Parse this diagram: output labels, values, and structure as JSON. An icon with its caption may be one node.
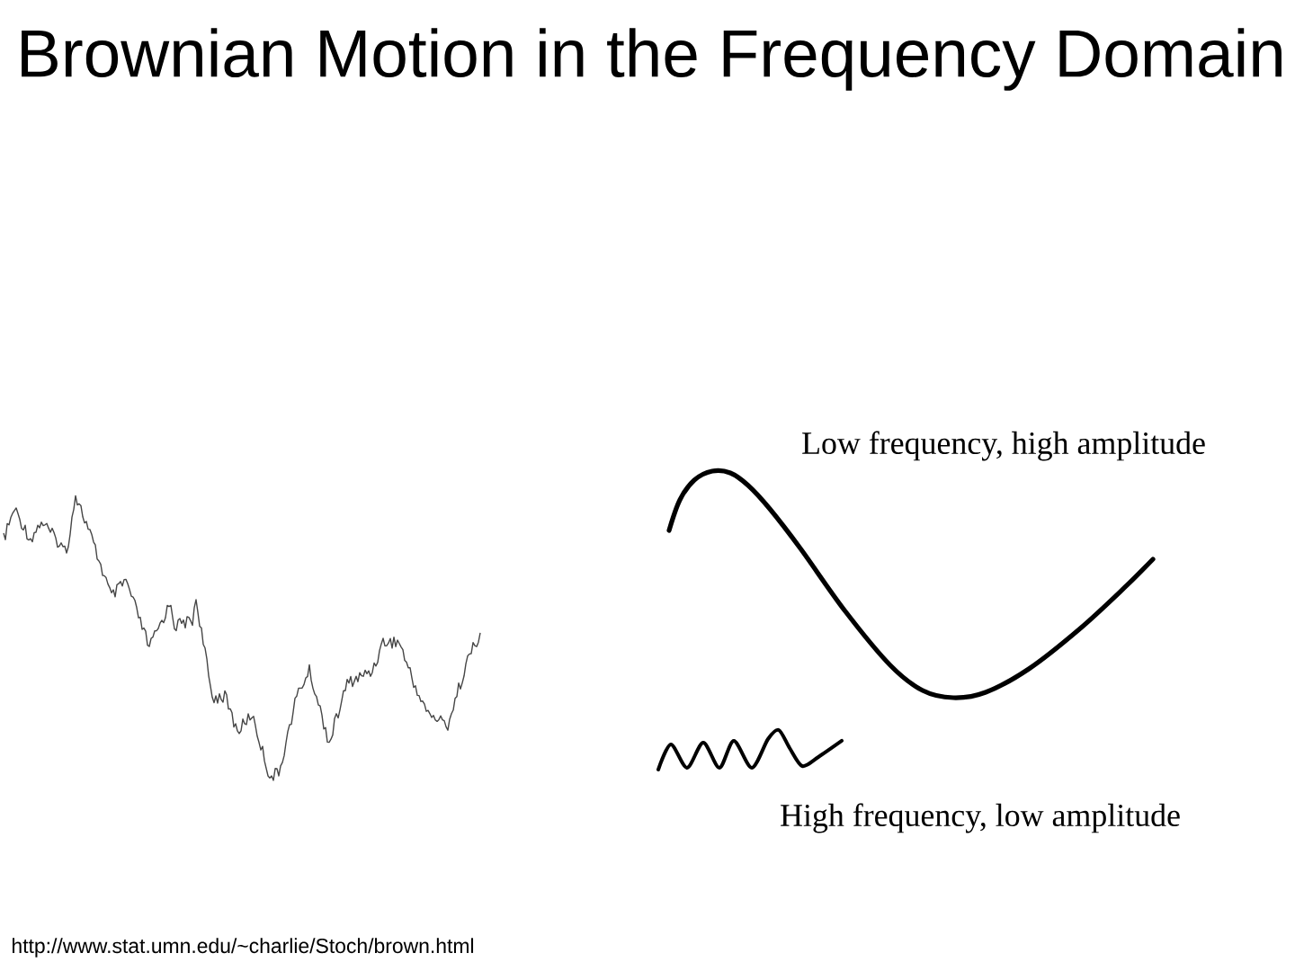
{
  "diagram": {
    "title": "Brownian Motion in the Frequency Domain",
    "labels": [
      "Low frequency, high amplitude",
      "High frequency, low amplitude",
      "http://www.stat.umn.edu/~charlie/Stoch/brown.html"
    ]
  }
}
